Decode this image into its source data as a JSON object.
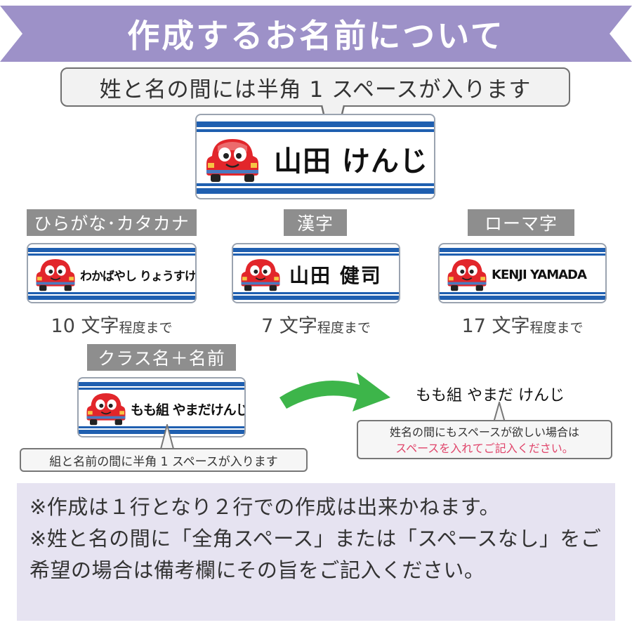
{
  "header": {
    "title": "作成するお名前について",
    "color": "#9d91c8"
  },
  "main_callout": "姓と名の間には半角 1 スペースが入ります",
  "main_label": {
    "text": "山田 けんじ"
  },
  "tags": {
    "hiragana": "ひらがな･カタカナ",
    "kanji": "漢字",
    "roman": "ローマ字",
    "class": "クラス名＋名前"
  },
  "labels": {
    "hiragana": "わかばやし りょうすけ",
    "kanji": "山田 健司",
    "roman": "KENJI YAMADA",
    "class": "もも組 やまだけんじ"
  },
  "captions": {
    "hiragana": {
      "count": "10 文字",
      "suffix": "程度まで"
    },
    "kanji": {
      "count": "7 文字",
      "suffix": "程度まで"
    },
    "roman": {
      "count": "17 文字",
      "suffix": "程度まで"
    }
  },
  "class_callout": "組と名前の間に半角 1 スペースが入ります",
  "example": "もも組 やまだ けんじ",
  "space_callout": {
    "line1": "姓名の間にもスペースが欲しい場合は",
    "line2": "スペースを入れてご記入ください。",
    "line2_color": "#e0446a"
  },
  "notes": [
    "※作成は１行となり２行での作成は出来かねます。",
    "※姓と名の間に「全角スペース」または「スペースなし」をご希望の場合は備考欄にその旨をご記入ください。"
  ],
  "icons": {
    "car": "red-car-icon",
    "arrow": "green-curved-arrow-icon"
  },
  "colors": {
    "stripe": "#1f5fb0",
    "car": "#e2262b",
    "tag": "#8e8e8e",
    "notes_bg": "#e6e3f1",
    "arrow": "#3db54a"
  }
}
